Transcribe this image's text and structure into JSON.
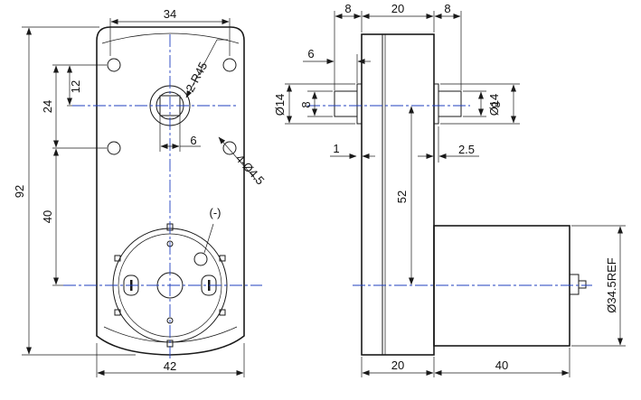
{
  "front_view": {
    "width_top": "34",
    "height_total": "92",
    "dim_24": "24",
    "dim_12": "12",
    "dim_40": "40",
    "dim_6": "6",
    "radius_note": "2-R45",
    "holes_note": "4-Ø4.5",
    "width_bottom": "42",
    "terminal_note": "(-)"
  },
  "side_view": {
    "dim_8_left": "8",
    "dim_20_top": "20",
    "dim_8_right": "8",
    "dim_6": "6",
    "dia_left": "Ø14",
    "flat_left": "8",
    "flat_right": "8",
    "dia_right": "Ø14",
    "dim_1": "1",
    "dim_2_5": "2.5",
    "dim_52": "52",
    "motor_dia": "Ø34.5REF",
    "dim_20_bottom": "20",
    "dim_40": "40"
  }
}
